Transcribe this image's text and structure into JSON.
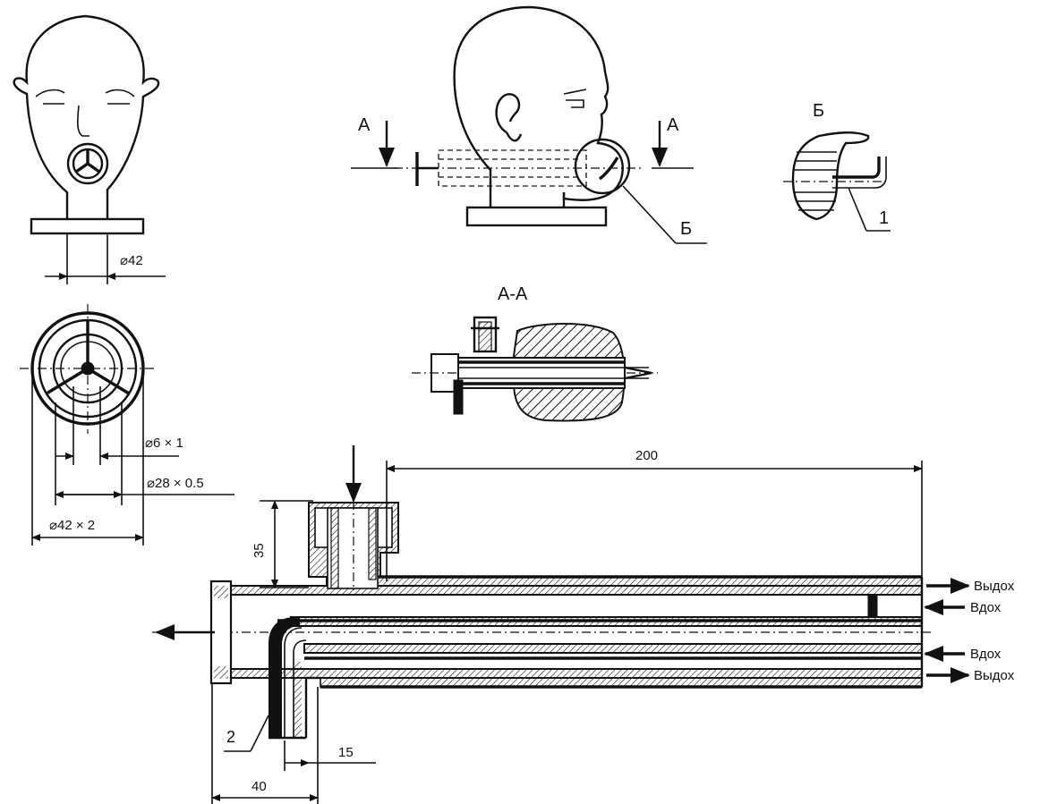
{
  "labels": {
    "section_a": "А",
    "detail_b": "Б",
    "section_aa": "А-А",
    "item_1": "1",
    "item_2": "2"
  },
  "dimensions": {
    "d42": "⌀42",
    "d6": "⌀6 × 1",
    "d28": "⌀28 × 0.5",
    "d42x2": "⌀42 × 2",
    "len200": "200",
    "h35": "35",
    "len40": "40",
    "len15": "15"
  },
  "flows": {
    "exhale": "Выдох",
    "inhale": "Вдох"
  }
}
